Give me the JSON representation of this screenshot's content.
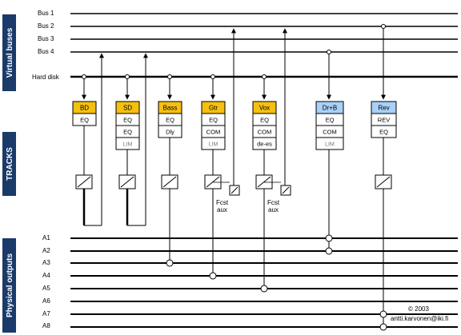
{
  "side_panels": {
    "virtual_buses": "Virtual buses",
    "tracks": "TRACKS",
    "physical_outputs": "Physical outputs"
  },
  "buses": [
    "Bus 1",
    "Bus 2",
    "Bus 3",
    "Bus 4"
  ],
  "hard_disk": "Hard disk",
  "outputs": [
    "A1",
    "A2",
    "A3",
    "A4",
    "A5",
    "A6",
    "A7",
    "A8"
  ],
  "tracks": [
    {
      "name": "BD",
      "color": "#f5c010",
      "rows": [
        "EQ"
      ]
    },
    {
      "name": "SD",
      "color": "#f5c010",
      "rows": [
        "EQ",
        "EQ",
        "LIM"
      ]
    },
    {
      "name": "Bass",
      "color": "#f5c010",
      "rows": [
        "EQ",
        "Dly"
      ]
    },
    {
      "name": "Gtr",
      "color": "#f5c010",
      "rows": [
        "EQ",
        "COM",
        "LIM"
      ]
    },
    {
      "name": "Vox",
      "color": "#f5c010",
      "rows": [
        "EQ",
        "COM",
        "de-es"
      ]
    },
    {
      "name": "Dr+B",
      "color": "#a8d0f8",
      "rows": [
        "EQ",
        "COM",
        "LIM"
      ]
    },
    {
      "name": "Rev",
      "color": "#a8d0f8",
      "rows": [
        "REV",
        "EQ"
      ]
    }
  ],
  "aux_sends": [
    {
      "top": "Fcst",
      "bottom": "aux"
    },
    {
      "top": "Fcst",
      "bottom": "aux"
    }
  ],
  "copyright": "© 2003",
  "email": "antti.karvonen@iki.fi",
  "colors": {
    "side_panel": "#1a3a6a",
    "header_orange": "#f5c010",
    "header_blue": "#a8d0f8"
  }
}
